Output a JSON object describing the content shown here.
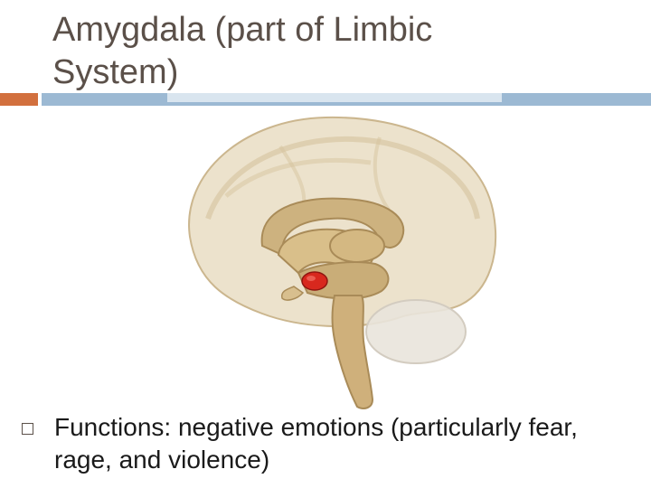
{
  "slide": {
    "title_lines": [
      "Amygdala (part of Limbic",
      "System)"
    ],
    "bullet": "Functions: negative emotions (particularly fear, rage, and violence)",
    "colors": {
      "title": "#5b5049",
      "accent_orange": "#d2703e",
      "rule_blue": "#9cb9d3",
      "amygdala_red": "#d8281e",
      "brain_tan": "#d9c6a0"
    },
    "icons": [
      "square-bullet-icon"
    ]
  }
}
